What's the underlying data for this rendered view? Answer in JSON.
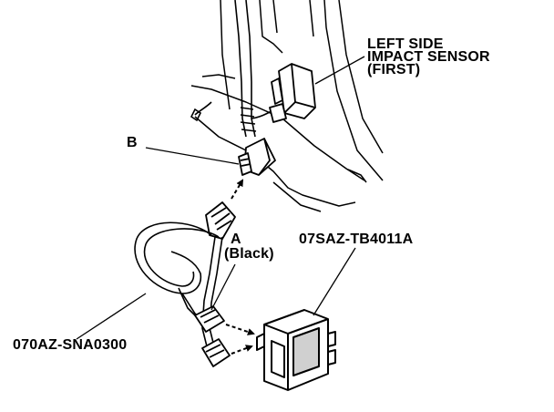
{
  "labels": {
    "sensor_line1": "LEFT SIDE",
    "sensor_line2": "IMPACT SENSOR",
    "sensor_line3": "(FIRST)",
    "connector_b": "B",
    "connector_a": "A",
    "connector_a_color": "(Black)",
    "tester_part": "07SAZ-TB4011A",
    "harness_part": "070AZ-SNA0300"
  },
  "colors": {
    "line": "#000000",
    "background": "#ffffff",
    "screen": "#d0d0d0"
  }
}
